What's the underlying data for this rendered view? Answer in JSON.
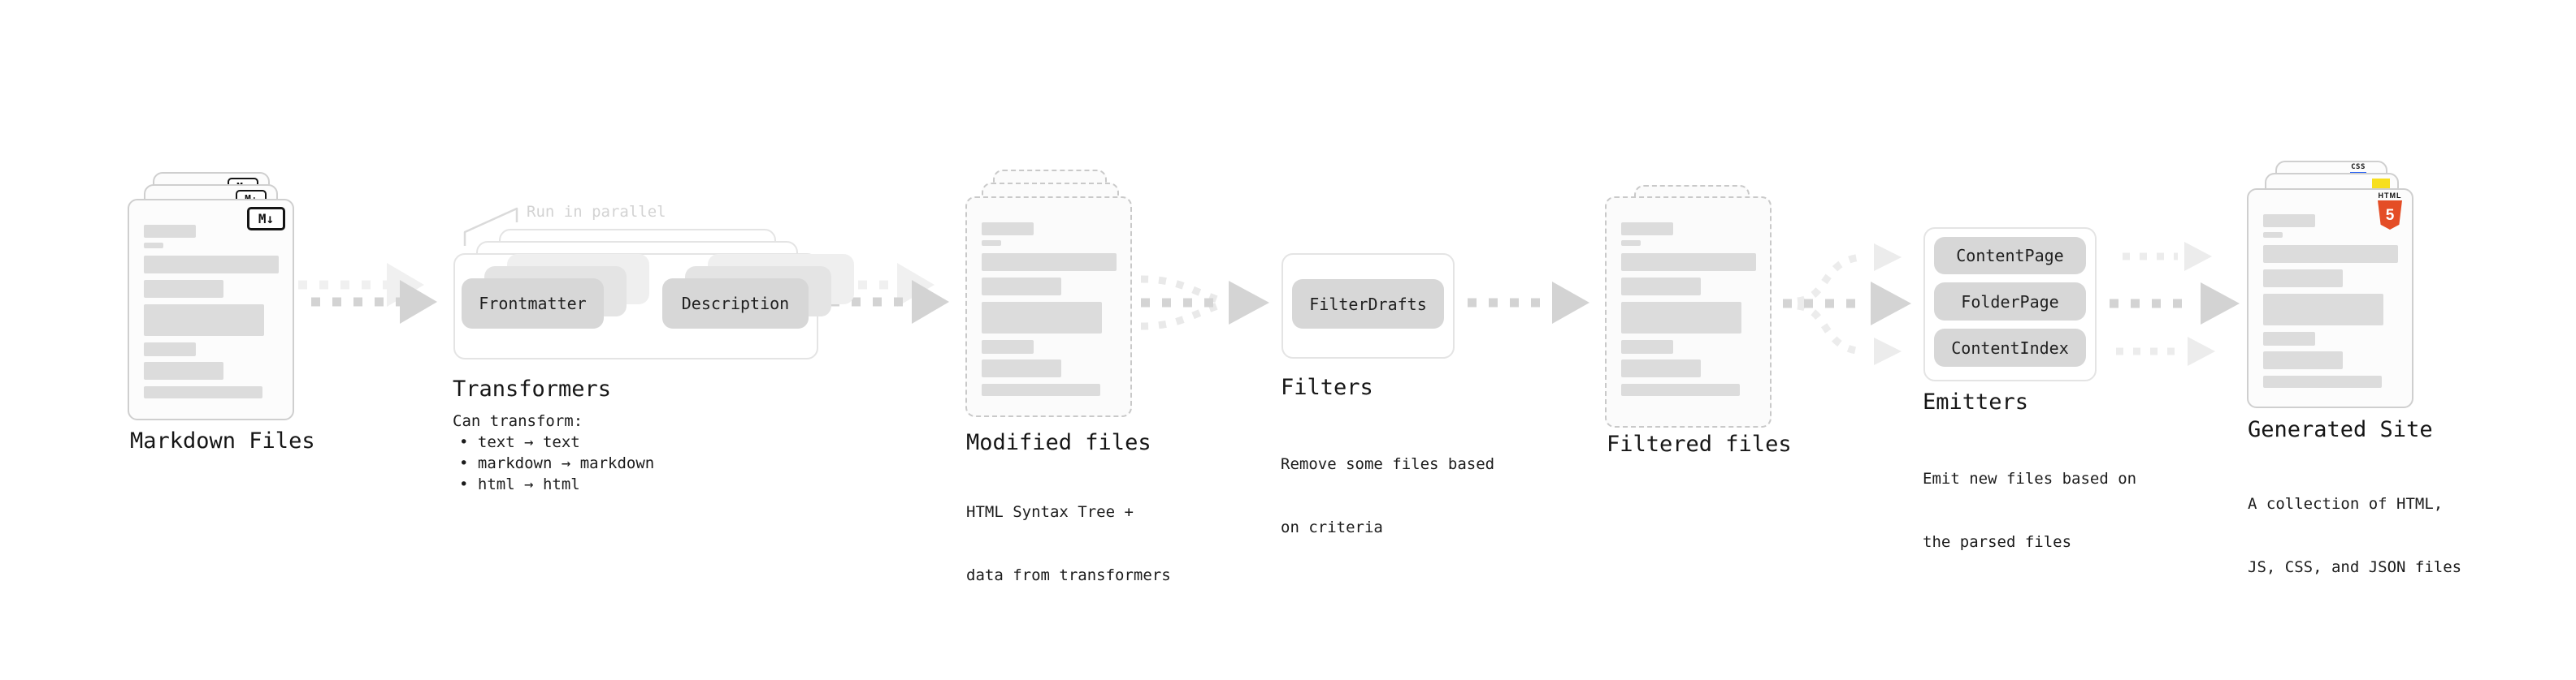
{
  "annotation": {
    "run_in_parallel": "Run in parallel"
  },
  "sections": {
    "markdown": {
      "title": "Markdown Files"
    },
    "transformers": {
      "title": "Transformers",
      "desc_intro": "Can transform:",
      "bullets": [
        "• text → text",
        "• markdown → markdown",
        "• html → html"
      ],
      "boxes": {
        "frontmatter": "Frontmatter",
        "description": "Description"
      }
    },
    "modified": {
      "title": "Modified files",
      "desc1": "HTML Syntax Tree +",
      "desc2": "data from transformers"
    },
    "filters": {
      "title": "Filters",
      "box": "FilterDrafts",
      "desc1": "Remove some files based",
      "desc2": "on criteria"
    },
    "filtered": {
      "title": "Filtered files"
    },
    "emitters": {
      "title": "Emitters",
      "boxes": [
        "ContentPage",
        "FolderPage",
        "ContentIndex"
      ],
      "desc1": "Emit new files based on",
      "desc2": "the parsed files"
    },
    "generated": {
      "title": "Generated Site",
      "desc1": "A collection of HTML,",
      "desc2": "JS, CSS, and JSON files"
    }
  },
  "icons": {
    "markdown_badge": "M↓",
    "html5_label": "HTML",
    "html5_number": "5",
    "css_label": "CSS",
    "js_badge": "js-yellow-square-icon"
  },
  "colors": {
    "html5_orange": "#E44D26",
    "js_yellow": "#F7DF1E",
    "css_blue": "#2C63F2",
    "badge_black": "#141414",
    "box_gray": "#D7D7D7",
    "bar_gray": "#DCDCDC",
    "arrow_gray": "#D3D3D3",
    "arrow_ghost_gray": "#EFEFEF",
    "text_dark": "#161616",
    "annotation_gray": "#D3D3D3"
  }
}
